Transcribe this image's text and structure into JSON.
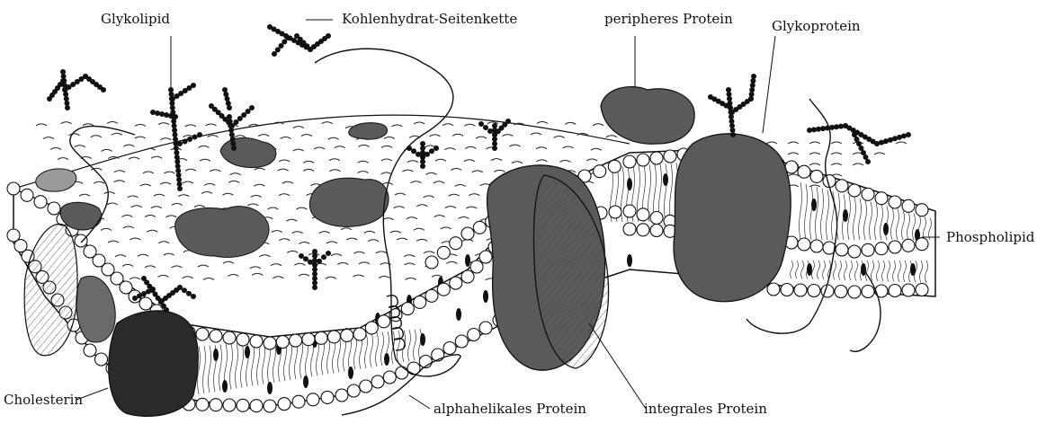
{
  "labels": {
    "glykolipid": "Glykolipid",
    "kohlenhydrat": "Kohlenhydrat-Seitenkette",
    "peripheres": "peripheres Protein",
    "glykoprotein": "Glykoprotein",
    "phospholipid": "Phospholipid",
    "cholesterin": "Cholesterin",
    "alphahelikal": "alphahelikales Protein",
    "integrales": "integrales Protein"
  },
  "colors": {
    "ink": "#111111",
    "protein": "#5a5a5a",
    "protein_dark": "#2a2a2a",
    "head": "#ffffff"
  }
}
